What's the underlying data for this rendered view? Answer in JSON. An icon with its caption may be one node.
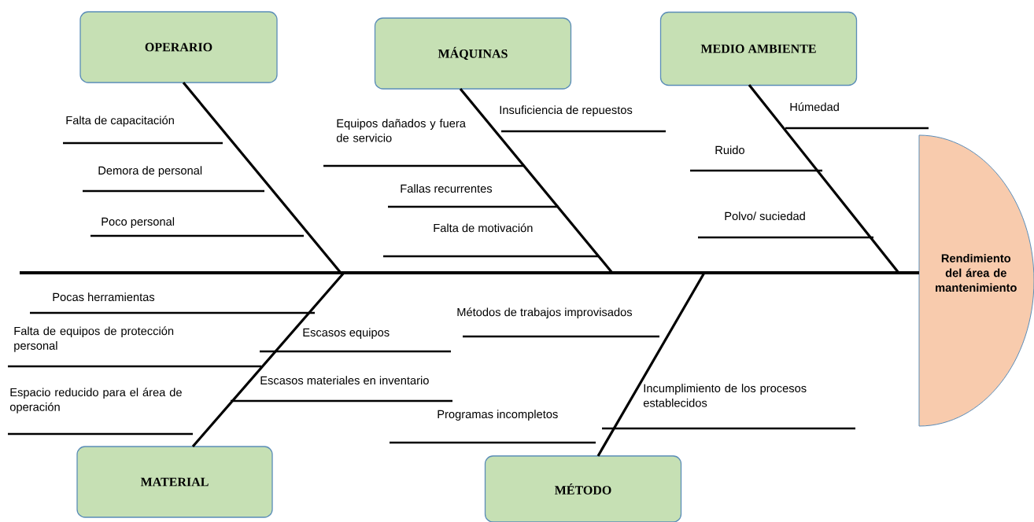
{
  "diagram": {
    "nodes": [
      {
        "text": [
          "OPERARIO"
        ]
      },
      {
        "text": [
          "MÁQUINAS"
        ]
      },
      {
        "text": [
          "MEDIO AMBIENTE"
        ]
      },
      {
        "text": [
          "MATERIAL"
        ]
      },
      {
        "text": [
          "MÉTODO"
        ]
      },
      {
        "text": [
          "Rendimiento del área de mantenimiento"
        ]
      }
    ],
    "edges": [
      {
        "from": 0,
        "to": 5,
        "arrow": "none"
      },
      {
        "from": 1,
        "to": 5,
        "arrow": "none"
      },
      {
        "from": 2,
        "to": 5,
        "arrow": "none"
      },
      {
        "from": 3,
        "to": 5,
        "arrow": "none"
      },
      {
        "from": 4,
        "to": 5,
        "arrow": "none"
      }
    ],
    "labels": [
      "Falta de capacitación",
      "Demora de personal",
      "Poco personal",
      "Equipos dañados y fuera de servicio",
      "Insuficiencia de repuestos",
      "Fallas recurrentes",
      "Falta de motivación",
      "Húmedad",
      "Ruido",
      "Polvo/ suciedad",
      "Pocas herramientas",
      "Falta de equipos de protección personal",
      "Escasos equipos",
      "Escasos materiales en inventario",
      "Espacio reducido para el área de operación",
      "Métodos de trabajos improvisados",
      "Incumplimiento de los procesos establecidos",
      "Programas incompletos"
    ]
  }
}
